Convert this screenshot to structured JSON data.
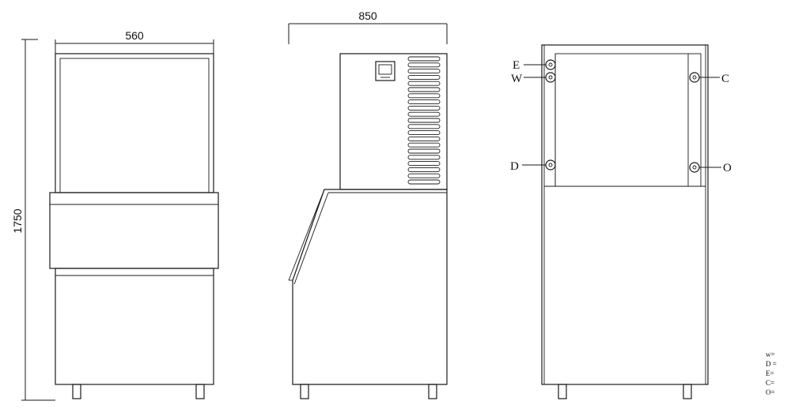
{
  "dimensions": {
    "width_front": "560",
    "depth_side": "850",
    "height": "1750"
  },
  "ports": {
    "E": "E",
    "W": "W",
    "C": "C",
    "D": "D",
    "O": "O"
  },
  "legend": [
    "w=",
    "D =",
    "E=",
    "C=",
    "O="
  ],
  "colors": {
    "line": "#1a1a1a",
    "background": "#ffffff"
  }
}
